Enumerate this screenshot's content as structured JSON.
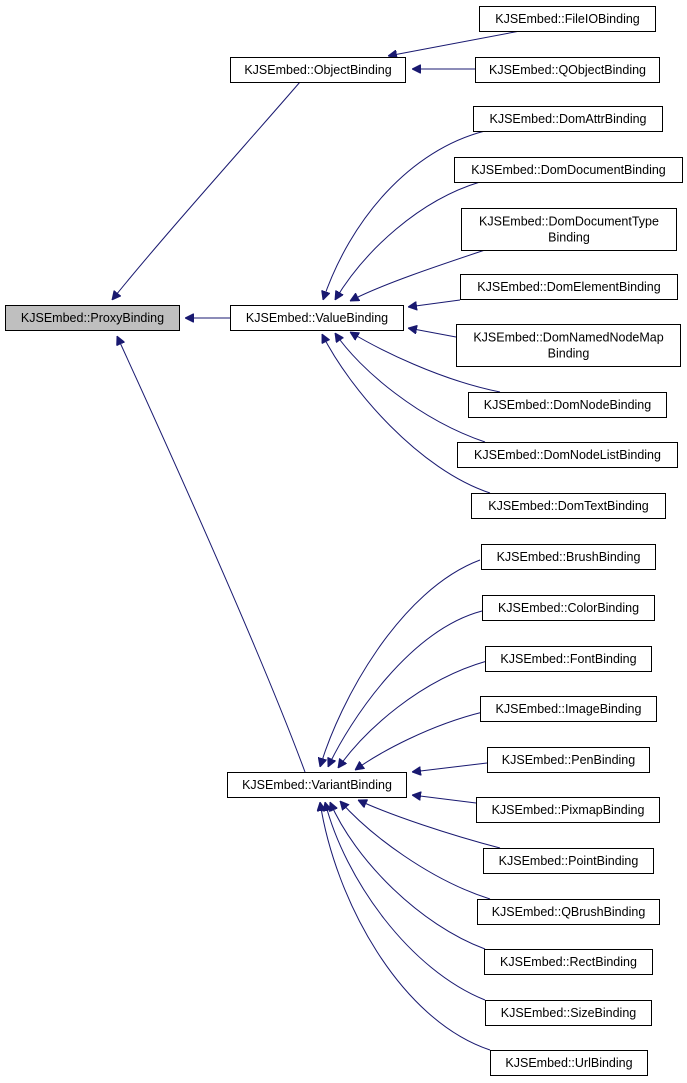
{
  "diagram": {
    "type": "class-inheritance-graph",
    "colors": {
      "edge": "#191970",
      "node_fill": "#ffffff",
      "focus_fill": "#bfbfbf",
      "border": "#000000"
    },
    "nodes": [
      {
        "id": "proxy",
        "lines": [
          "KJSEmbed::ProxyBinding"
        ],
        "focus": true
      },
      {
        "id": "object",
        "lines": [
          "KJSEmbed::ObjectBinding"
        ]
      },
      {
        "id": "value",
        "lines": [
          "KJSEmbed::ValueBinding"
        ]
      },
      {
        "id": "variant",
        "lines": [
          "KJSEmbed::VariantBinding"
        ]
      },
      {
        "id": "fileio",
        "lines": [
          "KJSEmbed::FileIOBinding"
        ]
      },
      {
        "id": "qobject",
        "lines": [
          "KJSEmbed::QObjectBinding"
        ]
      },
      {
        "id": "domattr",
        "lines": [
          "KJSEmbed::DomAttrBinding"
        ]
      },
      {
        "id": "domdocument",
        "lines": [
          "KJSEmbed::DomDocumentBinding"
        ]
      },
      {
        "id": "domdoctype",
        "lines": [
          "KJSEmbed::DomDocumentType",
          "Binding"
        ]
      },
      {
        "id": "domelement",
        "lines": [
          "KJSEmbed::DomElementBinding"
        ]
      },
      {
        "id": "domnamednodemap",
        "lines": [
          "KJSEmbed::DomNamedNodeMap",
          "Binding"
        ]
      },
      {
        "id": "domnode",
        "lines": [
          "KJSEmbed::DomNodeBinding"
        ]
      },
      {
        "id": "domnodelist",
        "lines": [
          "KJSEmbed::DomNodeListBinding"
        ]
      },
      {
        "id": "domtext",
        "lines": [
          "KJSEmbed::DomTextBinding"
        ]
      },
      {
        "id": "brush",
        "lines": [
          "KJSEmbed::BrushBinding"
        ]
      },
      {
        "id": "color",
        "lines": [
          "KJSEmbed::ColorBinding"
        ]
      },
      {
        "id": "font",
        "lines": [
          "KJSEmbed::FontBinding"
        ]
      },
      {
        "id": "image",
        "lines": [
          "KJSEmbed::ImageBinding"
        ]
      },
      {
        "id": "pen",
        "lines": [
          "KJSEmbed::PenBinding"
        ]
      },
      {
        "id": "pixmap",
        "lines": [
          "KJSEmbed::PixmapBinding"
        ]
      },
      {
        "id": "point",
        "lines": [
          "KJSEmbed::PointBinding"
        ]
      },
      {
        "id": "qbrush",
        "lines": [
          "KJSEmbed::QBrushBinding"
        ]
      },
      {
        "id": "rect",
        "lines": [
          "KJSEmbed::RectBinding"
        ]
      },
      {
        "id": "size",
        "lines": [
          "KJSEmbed::SizeBinding"
        ]
      },
      {
        "id": "url",
        "lines": [
          "KJSEmbed::UrlBinding"
        ]
      }
    ],
    "edges": [
      {
        "from": "object",
        "to": "proxy"
      },
      {
        "from": "value",
        "to": "proxy"
      },
      {
        "from": "variant",
        "to": "proxy"
      },
      {
        "from": "fileio",
        "to": "object"
      },
      {
        "from": "qobject",
        "to": "object"
      },
      {
        "from": "domattr",
        "to": "value"
      },
      {
        "from": "domdocument",
        "to": "value"
      },
      {
        "from": "domdoctype",
        "to": "value"
      },
      {
        "from": "domelement",
        "to": "value"
      },
      {
        "from": "domnamednodemap",
        "to": "value"
      },
      {
        "from": "domnode",
        "to": "value"
      },
      {
        "from": "domnodelist",
        "to": "value"
      },
      {
        "from": "domtext",
        "to": "value"
      },
      {
        "from": "brush",
        "to": "variant"
      },
      {
        "from": "color",
        "to": "variant"
      },
      {
        "from": "font",
        "to": "variant"
      },
      {
        "from": "image",
        "to": "variant"
      },
      {
        "from": "pen",
        "to": "variant"
      },
      {
        "from": "pixmap",
        "to": "variant"
      },
      {
        "from": "point",
        "to": "variant"
      },
      {
        "from": "qbrush",
        "to": "variant"
      },
      {
        "from": "rect",
        "to": "variant"
      },
      {
        "from": "size",
        "to": "variant"
      },
      {
        "from": "url",
        "to": "variant"
      }
    ]
  }
}
